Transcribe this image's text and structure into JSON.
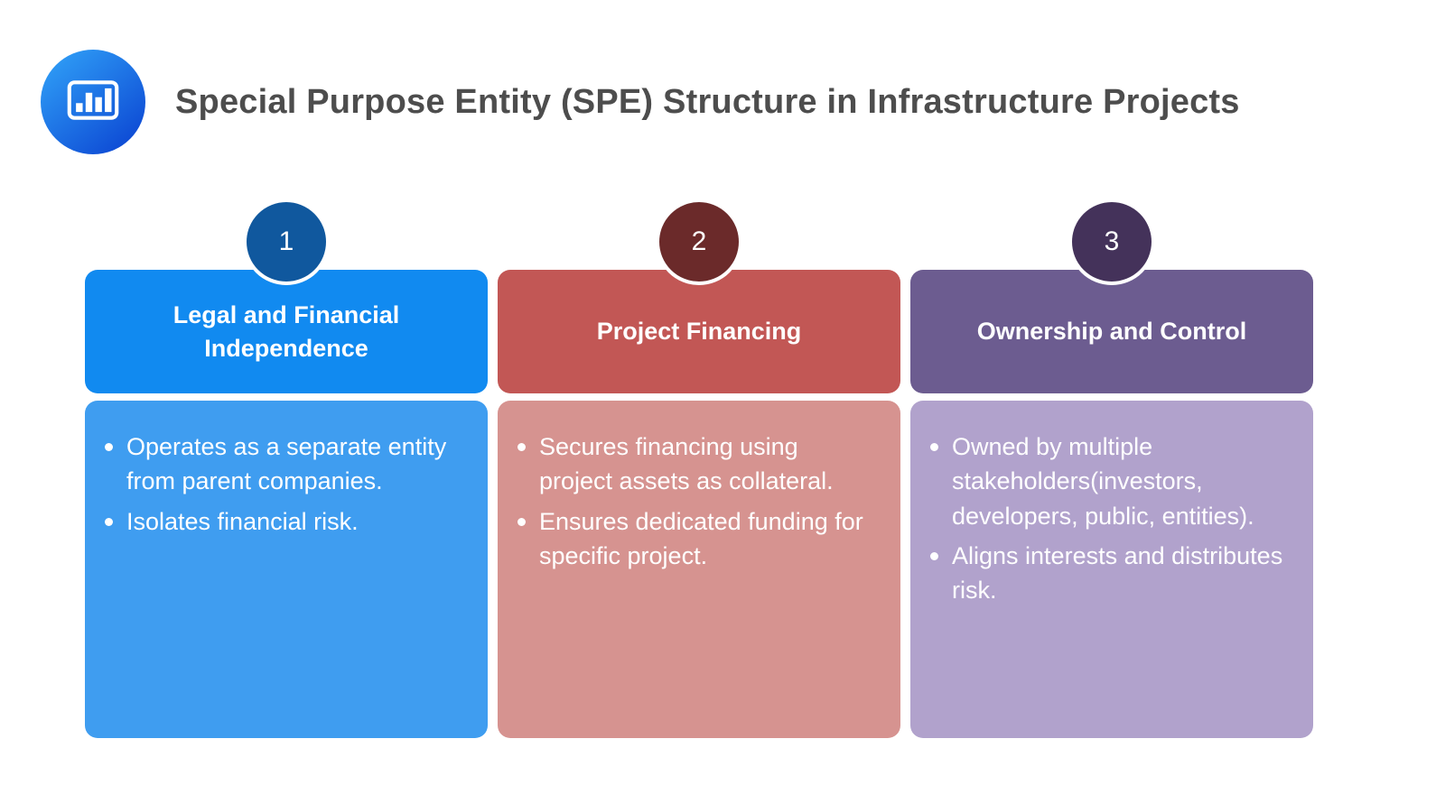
{
  "title": "Special Purpose Entity (SPE) Structure in Infrastructure Projects",
  "title_color": "#4d4d4d",
  "logo": {
    "icon": "bar-chart-icon",
    "gradient_start": "#2e9bf5",
    "gradient_end": "#0b44d2"
  },
  "columns": [
    {
      "number": "1",
      "heading": "Legal and Financial Independence",
      "bullets": [
        "Operates as a separate entity from parent companies.",
        "Isolates financial risk."
      ],
      "circle_color": "#10589e",
      "header_color": "#118af0",
      "body_color": "#3f9df0"
    },
    {
      "number": "2",
      "heading": "Project Financing",
      "bullets": [
        "Secures financing using project assets as collateral.",
        "Ensures dedicated funding for specific project."
      ],
      "circle_color": "#6b2a2a",
      "header_color": "#c25755",
      "body_color": "#d69390"
    },
    {
      "number": "3",
      "heading": "Ownership and Control",
      "bullets": [
        "Owned by multiple stakeholders(investors, developers, public, entities).",
        "Aligns interests and distributes risk."
      ],
      "circle_color": "#44325a",
      "header_color": "#6c5c90",
      "body_color": "#b1a2cc"
    }
  ]
}
